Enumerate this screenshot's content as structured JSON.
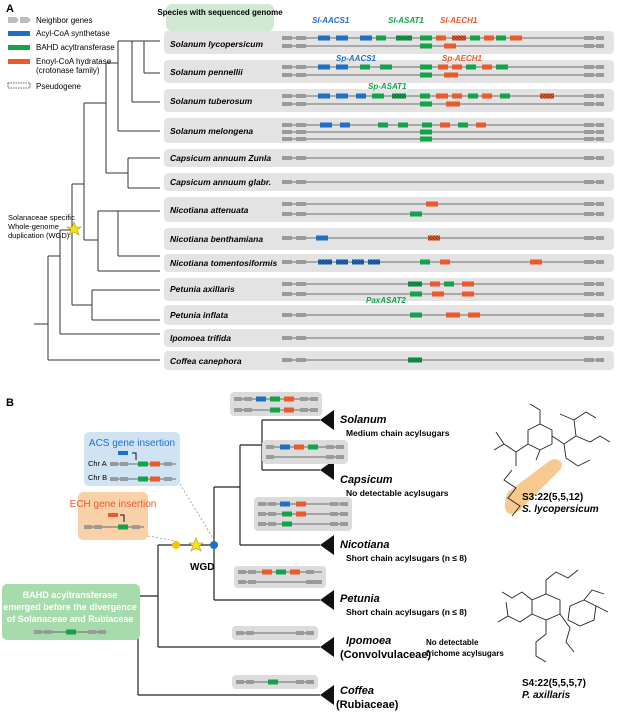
{
  "panel_a": {
    "label": "A",
    "header_label": "Species with sequenced genome",
    "legend": {
      "neighbor": "Neighbor genes",
      "acs": "Acyl-CoA synthetase",
      "bahd": "BAHD acyltransferase",
      "ech_line1": "Enoyl-CoA hydratase",
      "ech_line2": "(crotonase family)",
      "pseudo": "Pseudogene"
    },
    "wgd_line1": "Solanaceae specific",
    "wgd_line2": "Whole-genome",
    "wgd_line3": "duplication (WGD)",
    "gene_labels": {
      "sl_aacs1": "Sl-AACS1",
      "sl_asat1": "Sl-ASAT1",
      "sl_aech1": "Sl-AECH1",
      "sp_aacs1": "Sp-AACS1",
      "sp_aech1": "Sp-AECH1",
      "sp_asat1": "Sp-ASAT1",
      "pax_asat2": "PaxASAT2"
    },
    "species": [
      "Solanum lycopersicum",
      "Solanum pennellii",
      "Solanum tuberosum",
      "Solanum melongena",
      "Capsicum annuum Zunla",
      "Capsicum annuum glabr.",
      "Nicotiana attenuata",
      "Nicotiana benthamiana",
      "Nicotiana tomentosiformis",
      "Petunia axillaris",
      "Petunia inflata",
      "Ipomoea trifida",
      "Coffea canephora"
    ]
  },
  "panel_b": {
    "label": "B",
    "acs_box_title": "ACS gene insertion",
    "chr_a": "Chr A",
    "chr_b": "Chr B",
    "ech_box_title": "ECH gene insertion",
    "bahd_line1": "BAHD acyltransferase",
    "bahd_line2": "emerged before the divergence",
    "bahd_line3": "of Solanaceae and Rubiaceae",
    "wgd": "WGD",
    "clades": [
      {
        "name": "Solanum",
        "desc": "Medium chain acylsugars"
      },
      {
        "name": "Capsicum",
        "desc": "No detectable acylsugars"
      },
      {
        "name": "Nicotiana",
        "desc": "Short chain acylsugars (n ≤ 8)"
      },
      {
        "name": "Petunia",
        "desc": "Short chain acylsugars (n ≤ 8)"
      },
      {
        "name": "Ipomoea",
        "sub": "(Convolvulaceae)",
        "desc1": "No detectable",
        "desc2": "trichome acylsugars"
      },
      {
        "name": "Coffea",
        "sub": "(Rubiaceae)"
      }
    ],
    "mol1_code": "S3:22(5,5,12)",
    "mol1_species": "S. lycopersicum",
    "mol2_code": "S4:22(5,5,5,7)",
    "mol2_species": "P. axillaris"
  },
  "colors": {
    "acs": "#1f6fc2",
    "bahd": "#13a34a",
    "ech": "#ea5a2b",
    "neighbor": "#9a9a9a",
    "row_bg": "#e3e3e3",
    "header_bg": "#cfe9d2",
    "acs_box": "#cfe3f3",
    "ech_box": "#f8d1a8",
    "bahd_box": "#a6dcab",
    "wgd_star": "#f5e21a"
  }
}
